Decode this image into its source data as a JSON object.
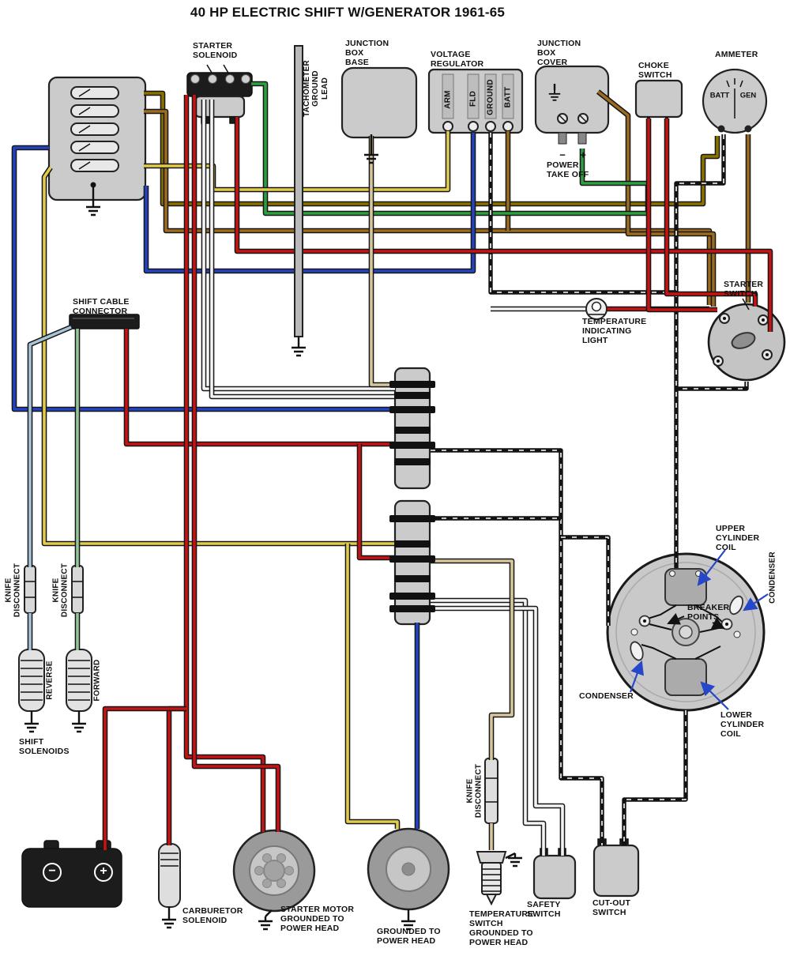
{
  "title": "40 HP ELECTRIC SHIFT W/GENERATOR 1961-65",
  "labels": {
    "starter_solenoid": [
      "STARTER",
      "SOLENOID"
    ],
    "tachometer_ground_lead": [
      "TACHOMETER",
      "GROUND",
      "LEAD"
    ],
    "junction_box_base": [
      "JUNCTION",
      "BOX",
      "BASE"
    ],
    "voltage_regulator": [
      "VOLTAGE",
      "REGULATOR"
    ],
    "regulator_terminals": [
      "ARM",
      "FLD",
      "GROUND",
      "BATT"
    ],
    "junction_box_cover": [
      "JUNCTION",
      "BOX",
      "COVER"
    ],
    "power_take_off": [
      "POWER",
      "TAKE OFF"
    ],
    "power_take_off_minus": "−",
    "power_take_off_plus": "+",
    "choke_switch": [
      "CHOKE",
      "SWITCH"
    ],
    "ammeter": "AMMETER",
    "ammeter_batt": "BATT",
    "ammeter_gen": "GEN",
    "starter_switch": [
      "STARTER",
      "SWITCH"
    ],
    "temperature_indicating_light": [
      "TEMPERATURE",
      "INDICATING",
      "LIGHT"
    ],
    "shift_cable_connector": [
      "SHIFT CABLE",
      "CONNECTOR"
    ],
    "knife_disconnect_1": [
      "KNIFE",
      "DISCONNECT"
    ],
    "knife_disconnect_2": [
      "KNIFE",
      "DISCONNECT"
    ],
    "knife_disconnect_3": [
      "KNIFE",
      "DISCONNECT"
    ],
    "reverse": "REVERSE",
    "forward": "FORWARD",
    "shift_solenoids": [
      "SHIFT",
      "SOLENOIDS"
    ],
    "upper_cylinder_coil": [
      "UPPER",
      "CYLINDER",
      "COIL"
    ],
    "condenser_right": "CONDENSER",
    "breaker_points": [
      "BREAKER",
      "POINTS"
    ],
    "condenser_left": "CONDENSER",
    "lower_cylinder_coil": [
      "LOWER",
      "CYLINDER",
      "COIL"
    ],
    "battery_minus": "−",
    "battery_plus": "+",
    "carburetor_solenoid": [
      "CARBURETOR",
      "SOLENOID"
    ],
    "starter_motor": [
      "STARTER MOTOR",
      "GROUNDED TO",
      "POWER HEAD"
    ],
    "grounded_to_power_head": [
      "GROUNDED TO",
      "POWER HEAD"
    ],
    "temperature_switch": [
      "TEMPERATURE",
      "SWITCH",
      "GROUNDED TO",
      "POWER HEAD"
    ],
    "safety_switch": [
      "SAFETY",
      "SWITCH"
    ],
    "cut_out_switch": [
      "CUT-OUT",
      "SWITCH"
    ]
  },
  "colors": {
    "red": "#c41414",
    "blue": "#2443c0",
    "yellow": "#e0cd4e",
    "green": "#2f9e41",
    "brown": "#9c6b1f",
    "dark_gold": "#8a7000",
    "tan": "#d8c79e",
    "light_blue": "#a8c4d8",
    "light_green": "#98c69c",
    "black": "#121212",
    "white_wire": "#f4f4f4",
    "component_gray": "#cbcbcb",
    "annotation_blue": "#2747c9"
  }
}
